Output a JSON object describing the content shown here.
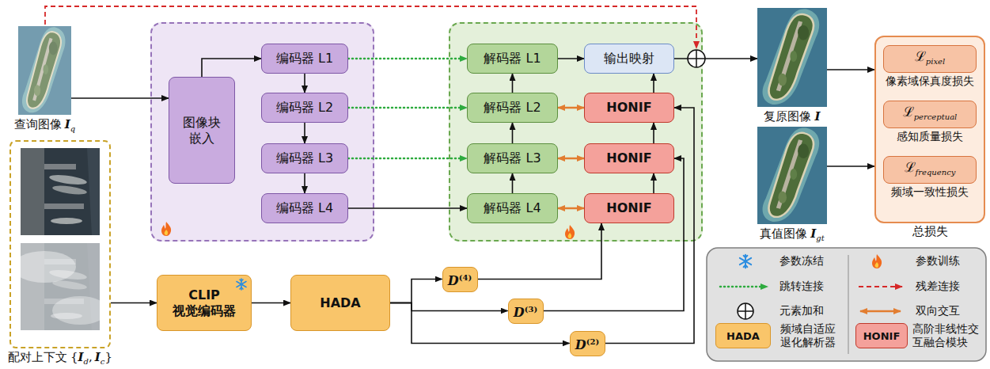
{
  "diagram": {
    "nodes": [
      {
        "text": [
          "查询图像",
          "I",
          "q"
        ]
      },
      {
        "text": [
          "配对上下文",
          "{",
          "I",
          "d",
          ",",
          "I",
          "c",
          "}"
        ]
      },
      {
        "text": []
      },
      {
        "text": [
          "图像块嵌入"
        ],
        "in": 2
      },
      {
        "text": [
          "编码器 L1"
        ],
        "in": 2
      },
      {
        "text": [
          "编码器 L2"
        ],
        "in": 2
      },
      {
        "text": [
          "编码器 L3"
        ],
        "in": 2
      },
      {
        "text": [
          "编码器 L4"
        ],
        "in": 2
      },
      {
        "text": []
      },
      {
        "text": [
          "解码器 L1"
        ],
        "in": 8
      },
      {
        "text": [
          "输出映射"
        ],
        "in": 8
      },
      {
        "text": [
          "解码器 L2"
        ],
        "in": 8
      },
      {
        "text": [
          "HONIF"
        ],
        "in": 8
      },
      {
        "text": [
          "解码器 L3"
        ],
        "in": 8
      },
      {
        "text": [
          "HONIF"
        ],
        "in": 8
      },
      {
        "text": [
          "解码器 L4"
        ],
        "in": 8
      },
      {
        "text": [
          "HONIF"
        ],
        "in": 8
      },
      {
        "text": [
          "CLIP 视觉编码器"
        ]
      },
      {
        "text": [
          "HADA"
        ]
      },
      {
        "text": [
          "D",
          "(4)"
        ]
      },
      {
        "text": [
          "D",
          "(3)"
        ]
      },
      {
        "text": [
          "D",
          "(2)"
        ]
      },
      {
        "text": [
          "复原图像",
          "I"
        ]
      },
      {
        "text": [
          "真值图像",
          "I",
          "gt"
        ]
      },
      {
        "text": [
          "总损失"
        ]
      },
      {
        "text": [
          "ℒ",
          "pixel",
          "像素域保真度损失"
        ],
        "in": 24
      },
      {
        "text": [
          "ℒ",
          "perceptual",
          "感知质量损失"
        ],
        "in": 24
      },
      {
        "text": [
          "ℒ",
          "frequency",
          "频域一致性损失"
        ],
        "in": 24
      }
    ],
    "edges": [
      {
        "from": 0,
        "to": 3,
        "arrow": "to"
      },
      {
        "from": 3,
        "to": 4,
        "arrow": "to"
      },
      {
        "from": 4,
        "to": 5,
        "arrow": "to"
      },
      {
        "from": 5,
        "to": 6,
        "arrow": "to"
      },
      {
        "from": 6,
        "to": 7,
        "arrow": "to"
      },
      {
        "from": 4,
        "to": 9,
        "arrow": "to"
      },
      {
        "from": 5,
        "to": 11,
        "arrow": "to"
      },
      {
        "from": 6,
        "to": 13,
        "arrow": "to"
      },
      {
        "from": 7,
        "to": 15,
        "arrow": "to"
      },
      {
        "from": 15,
        "to": 13,
        "arrow": "to"
      },
      {
        "from": 13,
        "to": 11,
        "arrow": "to"
      },
      {
        "from": 11,
        "to": 9,
        "arrow": "to"
      },
      {
        "from": 9,
        "to": 10,
        "arrow": "to"
      },
      {
        "from": 10,
        "to": 22,
        "arrow": "to"
      },
      {
        "from": 11,
        "to": 12,
        "arrow": "both"
      },
      {
        "from": 13,
        "to": 14,
        "arrow": "both"
      },
      {
        "from": 15,
        "to": 16,
        "arrow": "both"
      },
      {
        "from": 16,
        "to": 14,
        "arrow": "to"
      },
      {
        "from": 14,
        "to": 12,
        "arrow": "to"
      },
      {
        "from": 12,
        "to": 10,
        "arrow": "to"
      },
      {
        "from": 1,
        "to": 17,
        "arrow": "to"
      },
      {
        "from": 17,
        "to": 18,
        "arrow": "to"
      },
      {
        "from": 18,
        "to": 19,
        "arrow": "to"
      },
      {
        "from": 18,
        "to": 20,
        "arrow": "to"
      },
      {
        "from": 18,
        "to": 21,
        "arrow": "to"
      },
      {
        "from": 19,
        "to": 16,
        "arrow": "to"
      },
      {
        "from": 20,
        "to": 14,
        "arrow": "to"
      },
      {
        "from": 21,
        "to": 12,
        "arrow": "to"
      },
      {
        "from": 22,
        "to": 24,
        "arrow": "to"
      },
      {
        "from": 23,
        "to": 24,
        "arrow": "to"
      }
    ],
    "labels": [
      "HADA",
      "HONIF"
    ],
    "legend": [
      {
        "text": "参数冻结"
      },
      {
        "text": "参数训练"
      },
      {
        "text": "跳转连接"
      },
      {
        "text": "残差连接"
      },
      {
        "text": "元素加和"
      },
      {
        "text": "双向交互"
      },
      {
        "text": "频域自适应退化解析器",
        "color": "#f9c56a"
      },
      {
        "text": "高阶非线性交互融合模块",
        "color": "#f4a19b"
      }
    ]
  }
}
